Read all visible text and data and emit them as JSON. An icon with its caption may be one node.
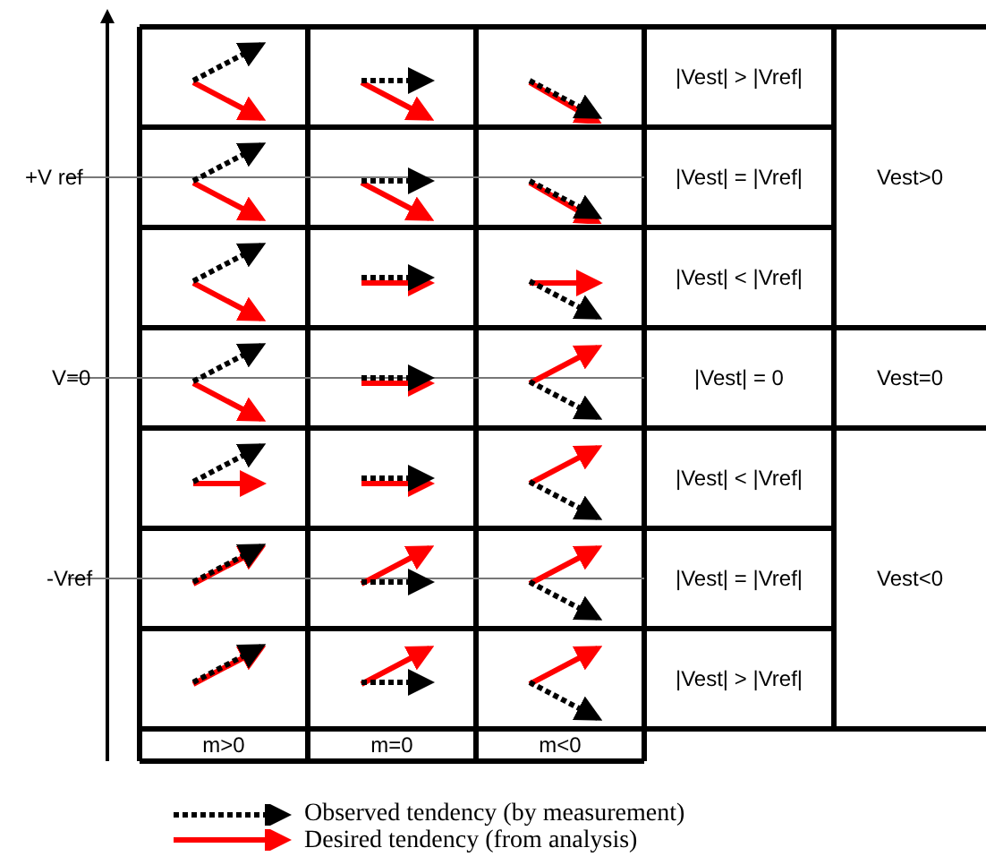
{
  "diagram": {
    "labels": [
      "|Vest| > |Vref|",
      "+V ref",
      "|Vest| = |Vref|",
      "Vest>0",
      "|Vest| < |Vref|",
      "V=0",
      "|Vest| = 0",
      "Vest=0",
      "|Vest| < |Vref|",
      "-Vref",
      "|Vest| = |Vref|",
      "Vest<0",
      "|Vest| > |Vref|",
      "m>0",
      "m=0",
      "m<0"
    ],
    "legend": [
      {
        "text": "Observed tendency (by measurement)"
      },
      {
        "text": "Desired tendency (from analysis)"
      }
    ]
  }
}
